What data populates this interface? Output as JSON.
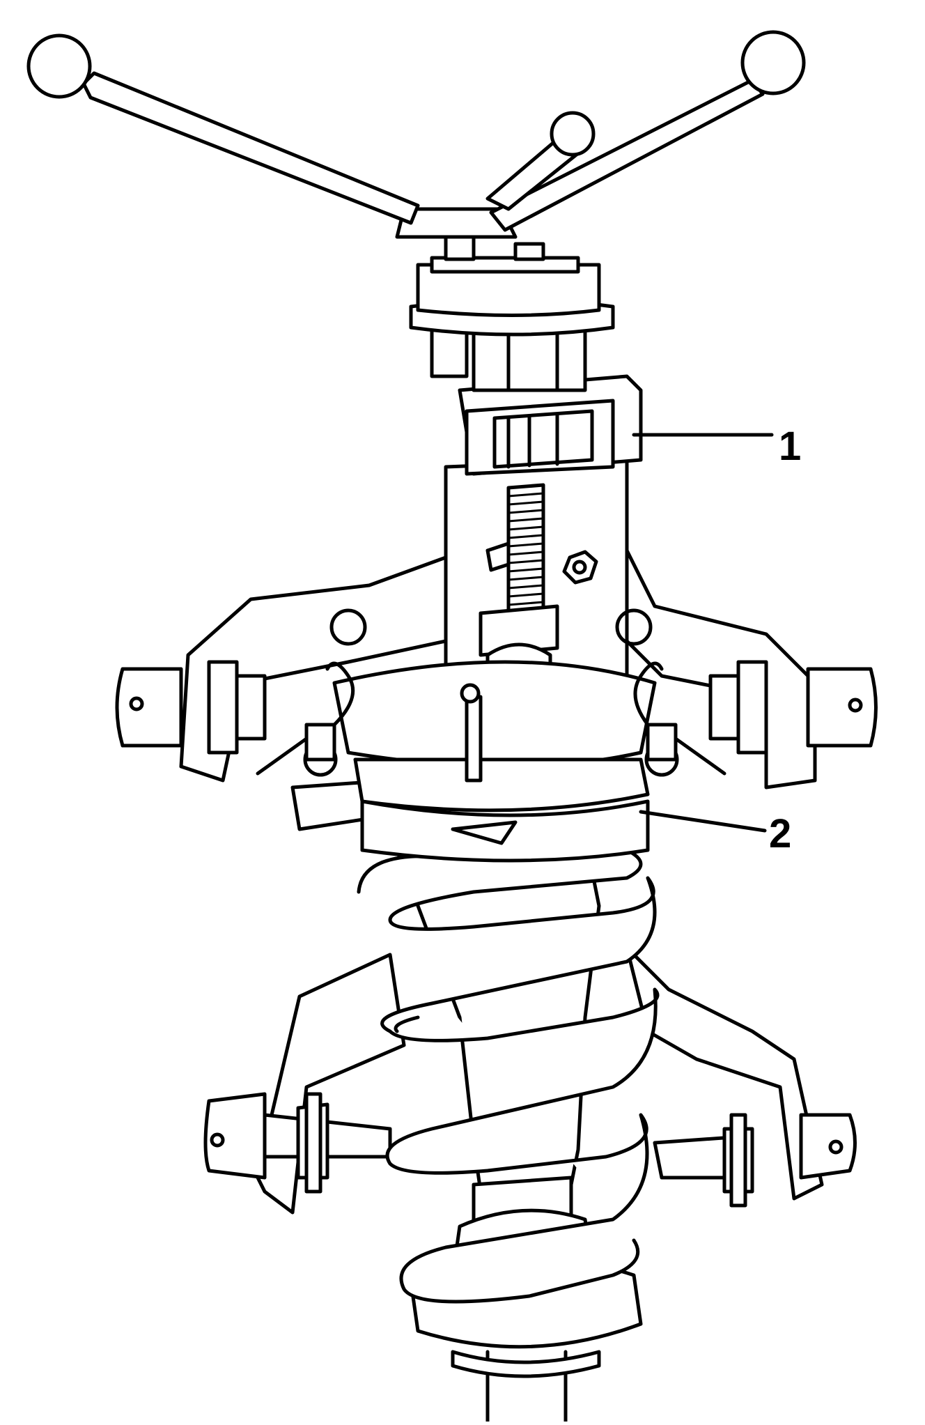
{
  "figure": {
    "callouts": [
      {
        "id": "1",
        "label": "1"
      },
      {
        "id": "2",
        "label": "2"
      }
    ],
    "colors": {
      "line": "#000000",
      "background": "#ffffff"
    }
  }
}
